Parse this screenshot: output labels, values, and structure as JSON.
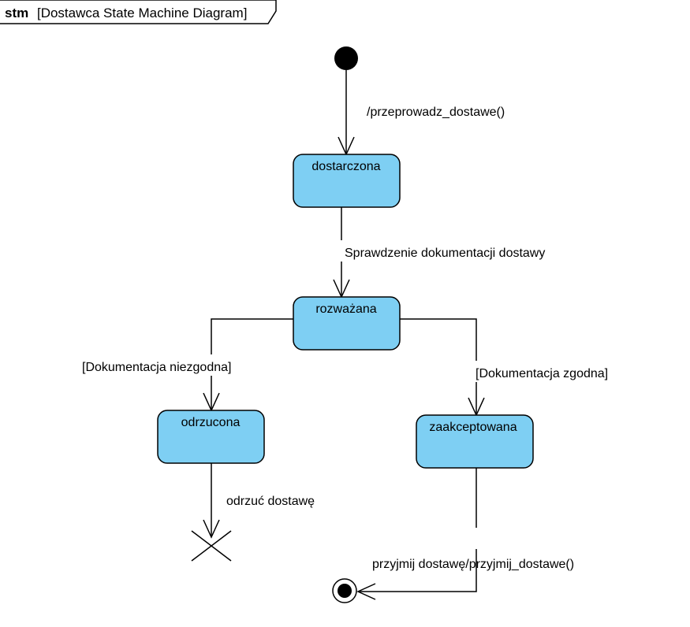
{
  "frame": {
    "keyword": "stm",
    "name": "[Dostawca State Machine Diagram]"
  },
  "states": {
    "dostarczona": "dostarczona",
    "rozwazana": "rozważana",
    "odrzucona": "odrzucona",
    "zaakceptowana": "zaakceptowana"
  },
  "transitions": {
    "initial_to_dostarczona": "/przeprowadz_dostawe()",
    "dostarczona_to_rozwazana": "Sprawdzenie dokumentacji dostawy",
    "rozwazana_to_odrzucona": "[Dokumentacja niezgodna]",
    "rozwazana_to_zaakceptowana": "[Dokumentacja zgodna]",
    "odrzucona_to_terminate": "odrzuć dostawę",
    "zaakceptowana_to_final": "przyjmij dostawę/przyjmij_dostawe()"
  }
}
